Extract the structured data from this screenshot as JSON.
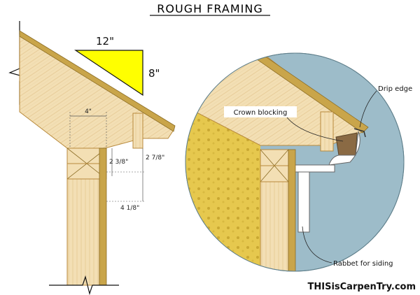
{
  "title": "ROUGH FRAMING",
  "pitch": {
    "run": "12\"",
    "rise": "8\""
  },
  "dimensions": {
    "width": "4\"",
    "depth_inner": "2 3/8\"",
    "depth_outer": "2 7/8\"",
    "drop": "4 1/8\""
  },
  "callouts": {
    "drip_edge": "Drip edge",
    "crown_blocking": "Crown blocking",
    "rabbet": "Rabbet for siding"
  },
  "brand": "THISisCarpenTry.com",
  "colors": {
    "pitch_triangle": "#ffff00",
    "lumber": "#f3dfb4",
    "lumber_edge": "#b88a3c",
    "insulation": "#e6c84e",
    "sheathing": "#c9a54a",
    "detail_circle": "#9dbcc9",
    "crown_blocking": "#8a6a44"
  }
}
